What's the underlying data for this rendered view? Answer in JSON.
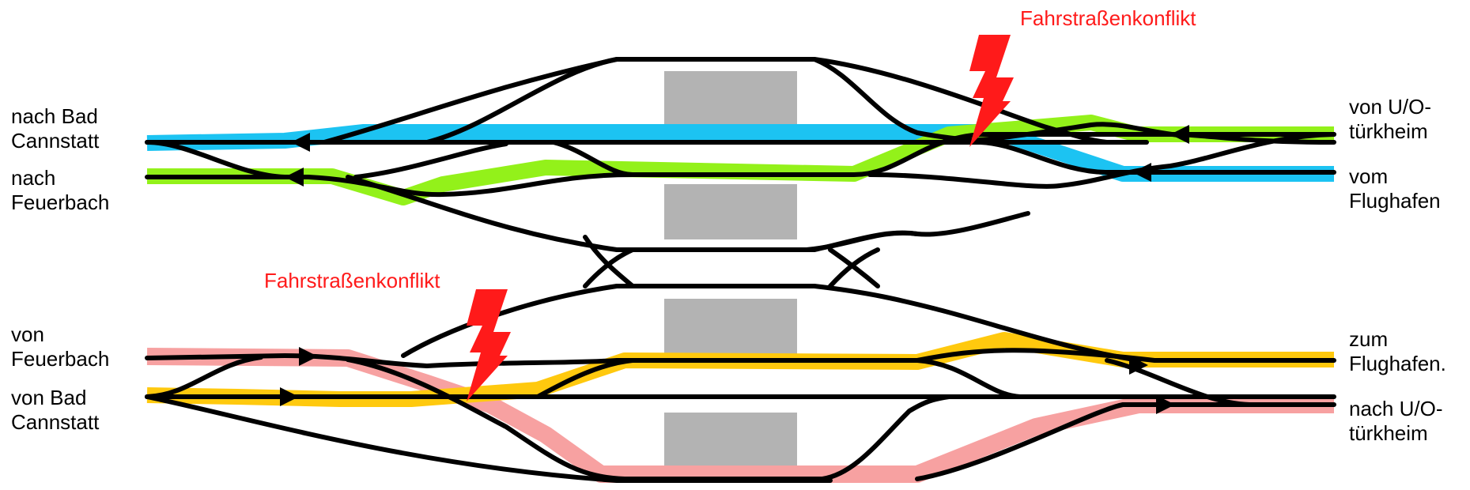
{
  "colors": {
    "track": "#000000",
    "platform": "#b3b3b3",
    "route_blue": "#1cc3f2",
    "route_green": "#93f11a",
    "route_yellow": "#ffc90e",
    "route_pink": "#f7a1a1",
    "conflict": "#ff1a1a"
  },
  "labels": {
    "left": {
      "nach_bad_cannstatt": "nach Bad\nCannstatt",
      "nach_feuerbach": "nach\nFeuerbach",
      "von_feuerbach": "von\nFeuerbach",
      "von_bad_cannstatt": "von Bad\nCannstatt"
    },
    "right": {
      "von_uo_tuerkheim": "von U/O-\ntürkheim",
      "vom_flughafen": "vom\nFlughafen",
      "zum_flughafen": "zum\nFlughafen.",
      "nach_uo_tuerkheim": "nach U/O-\ntürkheim"
    }
  },
  "conflicts": {
    "top": "Fahrstraßenkonflikt",
    "bottom": "Fahrstraßenkonflikt"
  },
  "icons": [
    "lightning-bolt-icon",
    "arrow-left-icon",
    "arrow-right-icon"
  ]
}
